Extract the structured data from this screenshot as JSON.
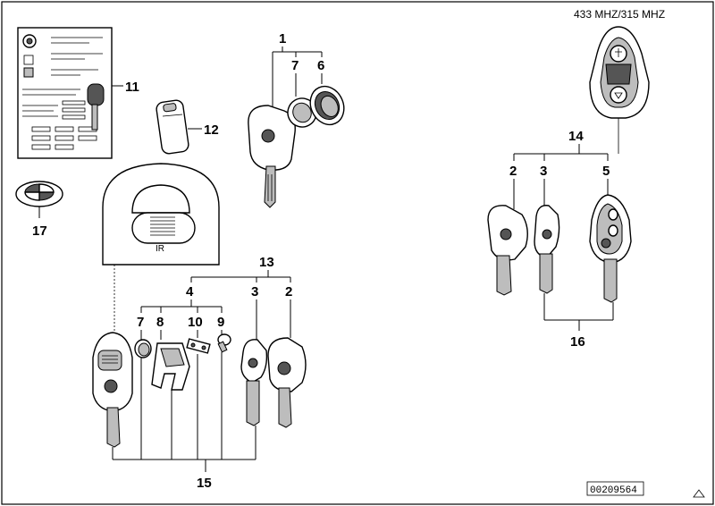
{
  "header": {
    "frequency": "433 MHZ/315 MHZ"
  },
  "footer": {
    "diagram_number": "00209564"
  },
  "ir_window_label": "IR",
  "callouts": {
    "c1": "1",
    "c2a": "2",
    "c2b": "2",
    "c3a": "3",
    "c3b": "3",
    "c4": "4",
    "c5": "5",
    "c6": "6",
    "c7a": "7",
    "c7b": "7",
    "c8": "8",
    "c9": "9",
    "c10": "10",
    "c11": "11",
    "c12": "12",
    "c13": "13",
    "c14": "14",
    "c15": "15",
    "c16": "16",
    "c17": "17"
  }
}
